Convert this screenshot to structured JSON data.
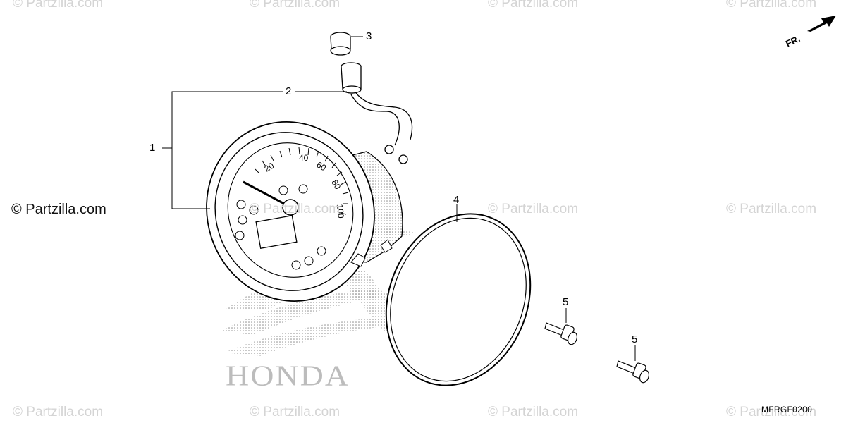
{
  "watermarks": {
    "text": "© Partzilla.com",
    "main_text": "© Partzilla.com"
  },
  "brand": {
    "text": "HONDA"
  },
  "direction": {
    "label": "FR."
  },
  "diagram_code": "MFRGF0200",
  "callouts": [
    "1",
    "2",
    "3",
    "4",
    "5",
    "5"
  ],
  "gauge_numbers": [
    "20",
    "40",
    "60",
    "80",
    "100"
  ],
  "colors": {
    "line": "#000000",
    "watermark": "#d4d4d4",
    "stipple": "#9a9a9a"
  }
}
